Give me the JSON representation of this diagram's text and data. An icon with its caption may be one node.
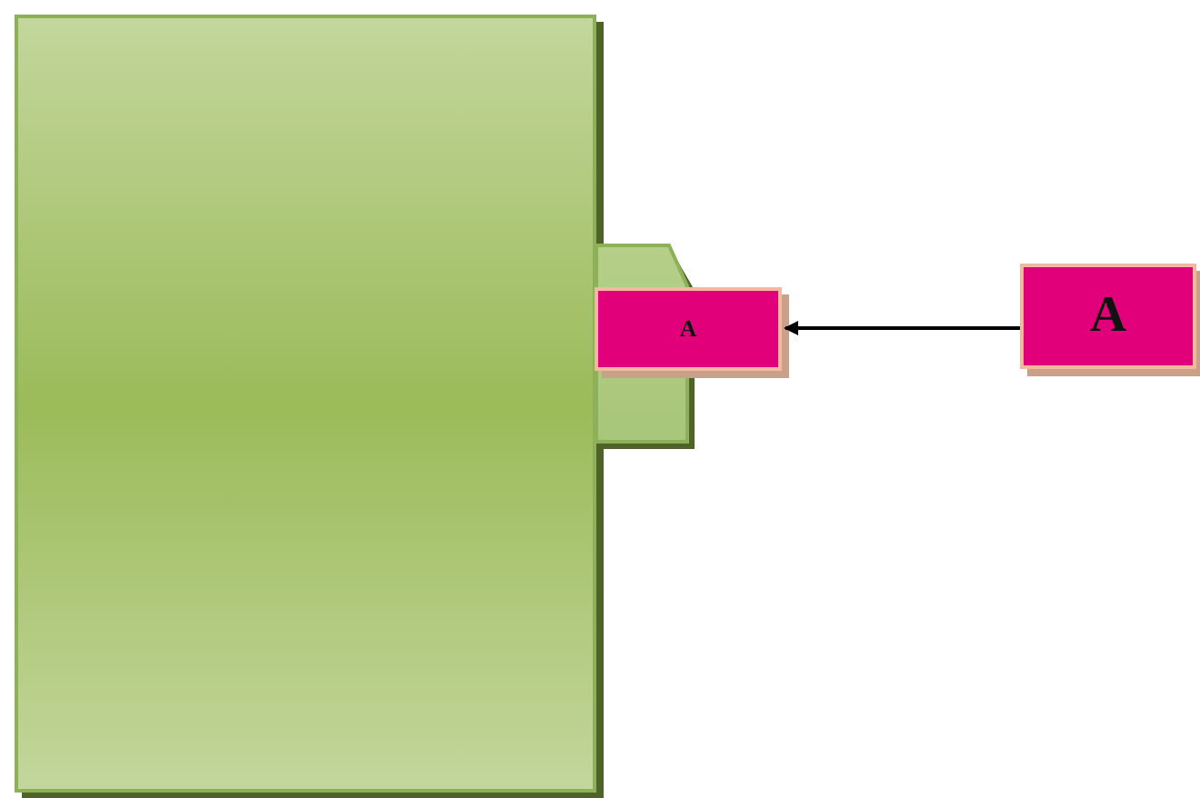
{
  "diagram": {
    "nodes": [
      {
        "text": [],
        "shape": "box"
      },
      {
        "text": [],
        "shape": "box"
      },
      {
        "text": [
          "A"
        ]
      },
      {
        "text": [
          "A"
        ]
      }
    ],
    "edges": [
      {
        "from": 3,
        "to": 2,
        "arrow": "to"
      }
    ]
  }
}
